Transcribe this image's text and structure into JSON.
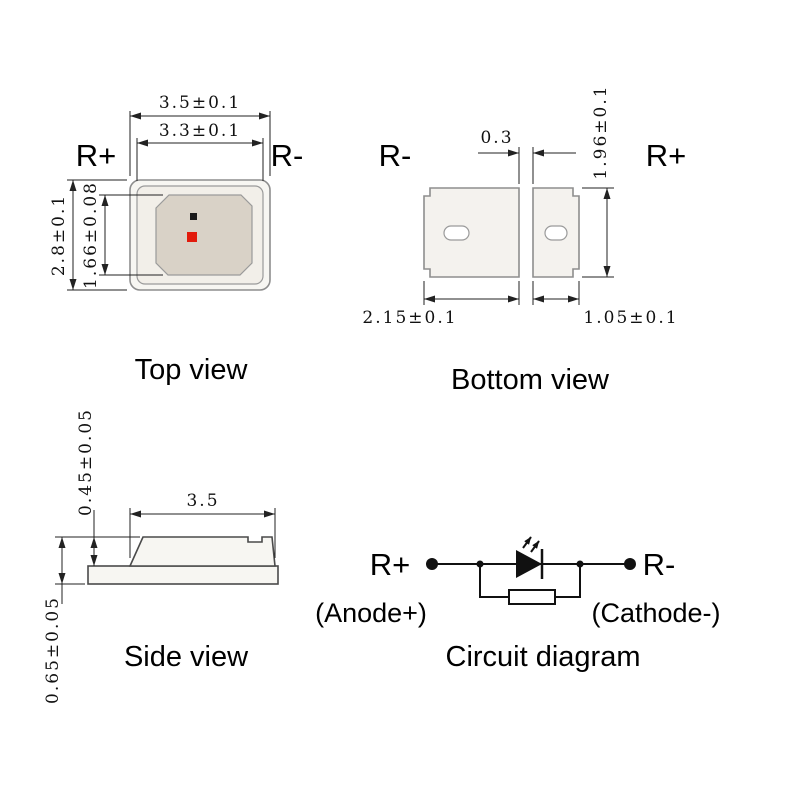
{
  "colors": {
    "line": "#222222",
    "outline": "#8e8e8e",
    "body_fill": "#f7f6f2",
    "inner_fill": "#f2efe9",
    "cavity_fill": "#d9d2c7",
    "pad_fill": "#f4f2ee",
    "hole_fill": "#ffffff",
    "chip_black": "#1a1a1a",
    "chip_red": "#e21b0c",
    "circuit": "#111111"
  },
  "top_view": {
    "caption": "Top view",
    "label_left": "R+",
    "label_right": "R-",
    "dim_outer_width": "3.5±0.1",
    "dim_inner_width": "3.3±0.1",
    "dim_outer_height": "2.8±0.1",
    "dim_cavity_height": "1.66±0.08"
  },
  "bottom_view": {
    "caption": "Bottom view",
    "label_left": "R-",
    "label_right": "R+",
    "dim_gap": "0.3",
    "dim_pad_height": "1.96±0.1",
    "dim_left_pad_width": "2.15±0.1",
    "dim_right_pad_width": "1.05±0.1"
  },
  "side_view": {
    "caption": "Side view",
    "dim_width": "3.5",
    "dim_upper_height": "0.45±0.05",
    "dim_total_height": "0.65±0.05"
  },
  "circuit_diagram": {
    "caption": "Circuit diagram",
    "label_anode": "R+",
    "label_cathode": "R-",
    "sublabel_anode": "(Anode+)",
    "sublabel_cathode": "(Cathode-)"
  }
}
